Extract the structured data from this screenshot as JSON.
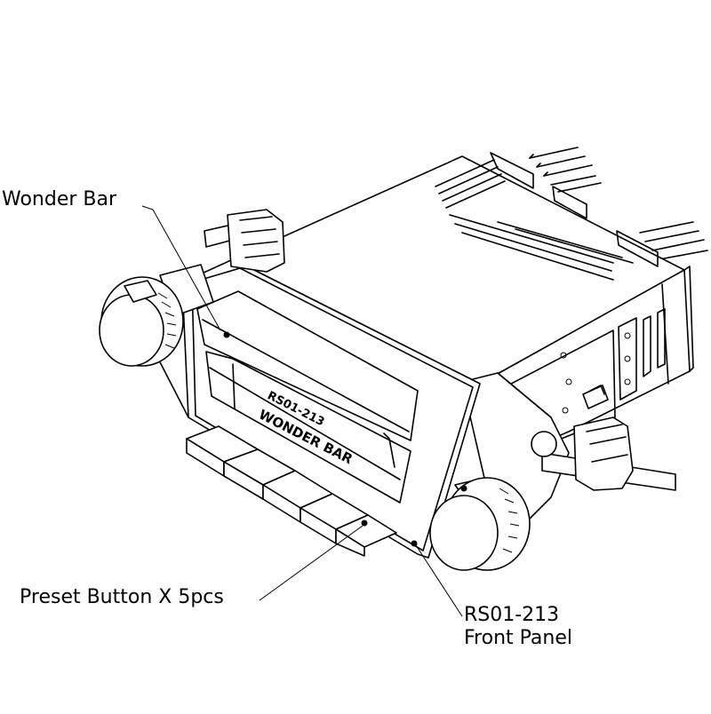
{
  "callouts": {
    "wonder_bar": "Wonder Bar",
    "preset_button": "Preset Button X 5pcs",
    "front_panel_line1": "RS01-213",
    "front_panel_line2": "Front Panel"
  },
  "radio": {
    "model_engraving": "RS01-213",
    "bar_engraving": "WONDER BAR"
  }
}
